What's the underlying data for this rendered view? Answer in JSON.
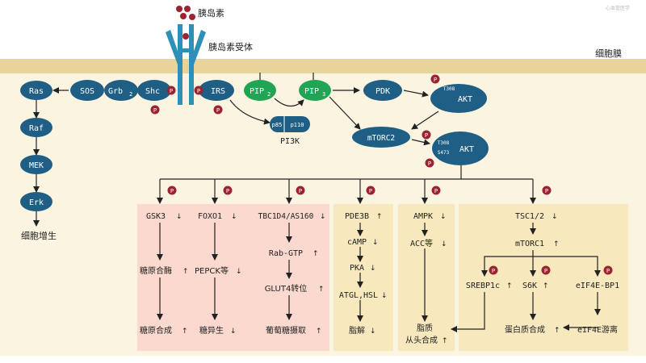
{
  "labels": {
    "insulin": "胰岛素",
    "insulin_receptor": "胰岛素受体",
    "cell_membrane": "细胞膜",
    "watermark": "心血管医学",
    "pi3k": "PI3K",
    "cell_proliferation": "细胞增生"
  },
  "nodes": {
    "ras": "Ras",
    "raf": "Raf",
    "mek": "MEK",
    "erk": "Erk",
    "sos": "SOS",
    "grb2": "Grb",
    "grb2_sub": "2",
    "shc": "Shc",
    "irs": "IRS",
    "pip2": "PIP",
    "pip2_sub": "2",
    "pip3": "PIP",
    "pip3_sub": "3",
    "pdk": "PDK",
    "akt1": "AKT",
    "akt1_site": "T308",
    "mtorc2": "mTORC2",
    "akt2": "AKT",
    "akt2_site1": "T308",
    "akt2_site2": "S473",
    "p85": "p85",
    "p110": "p110"
  },
  "phospho_label": "P",
  "targets": {
    "pink": [
      {
        "top": "GSK3",
        "mid": "糖原合酶",
        "bottom": "糖原合成"
      },
      {
        "top": "FOXO1",
        "mid": "PEPCK等",
        "bottom": "糖异生"
      },
      {
        "top": "TBC1D4/AS160",
        "mid1": "Rab-GTP",
        "mid2": "GLUT4转位",
        "bottom": "葡萄糖摄取"
      }
    ],
    "pde3b": {
      "top": "PDE3B",
      "l2": "cAMP",
      "l3": "PKA",
      "l4": "ATGL,HSL",
      "bottom": "脂解"
    },
    "ampk": {
      "top": "AMPK",
      "l2": "ACC等",
      "bottom1": "脂质",
      "bottom2": "从头合成"
    },
    "tsc": {
      "top": "TSC1/2",
      "mtorc1": "mTORC1",
      "srebp": "SREBP1c",
      "s6k": "S6K",
      "eif": "eIF4E-BP1",
      "protein": "蛋白质合成",
      "eif_release": "eIF4E游离"
    }
  },
  "arrows": {
    "up": "↑",
    "down": "↓"
  },
  "colors": {
    "membrane": "#e8d49a",
    "cytoplasm": "#fbf4e0",
    "pink_box": "#fbd9cf",
    "beige_box": "#f7e8bd",
    "node": "#1f5f85",
    "green_node": "#22a455",
    "receptor": "#2e8fb8",
    "phospho": "#9b2430",
    "insulin": "#9b2430"
  }
}
